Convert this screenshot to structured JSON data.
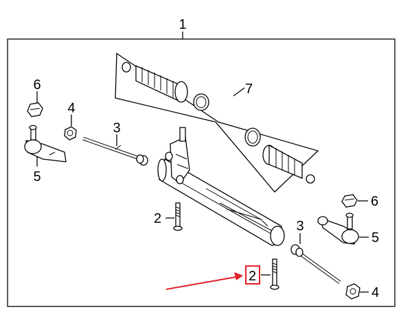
{
  "diagram": {
    "callouts": {
      "assembly": "1",
      "bolt_left": "2",
      "bolt_highlighted": "2",
      "inner_tie_rod_left": "3",
      "inner_tie_rod_right": "3",
      "jam_nut_left": "4",
      "jam_nut_right": "4",
      "tie_rod_end_left": "5",
      "tie_rod_end_right": "5",
      "castle_nut_left": "6",
      "castle_nut_right": "6",
      "boot_kit": "7"
    },
    "highlight_color": "#e41e26",
    "arrow_color": "#e41e26"
  }
}
